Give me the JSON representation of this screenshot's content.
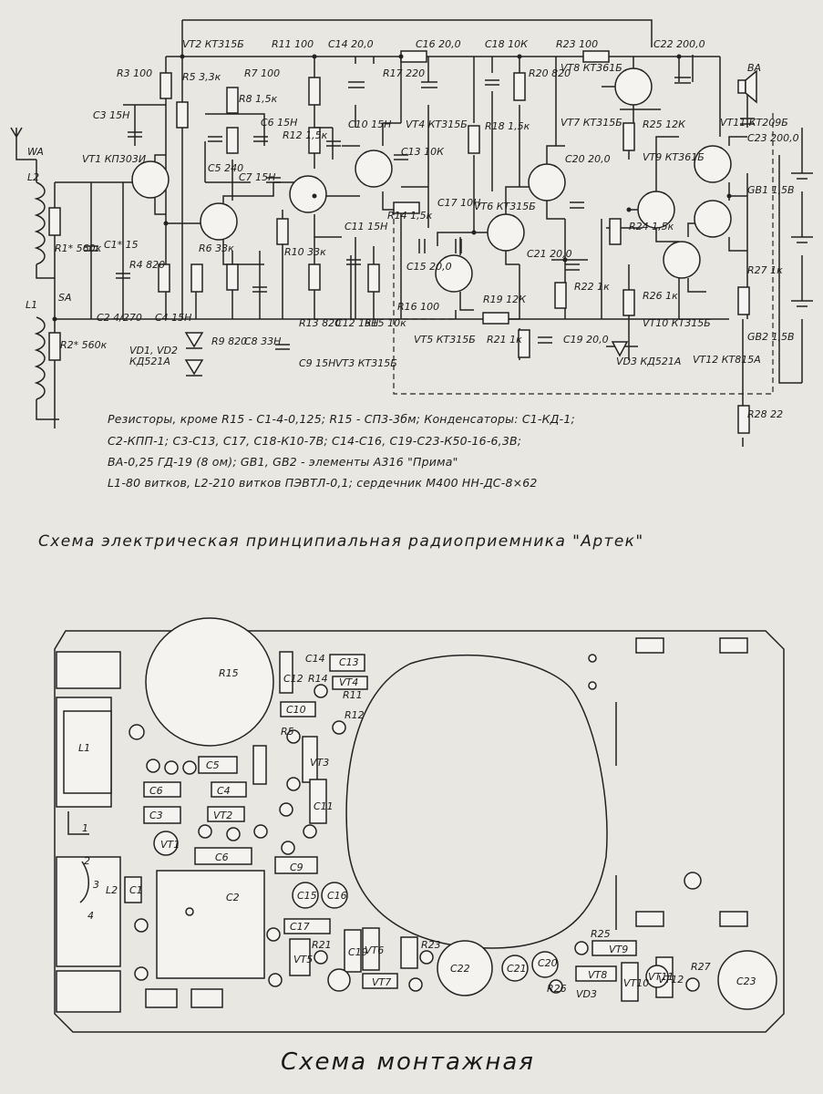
{
  "schematic": {
    "title": "Схема электрическая принципиальная радиоприемника \"Артек\"",
    "labels": [
      {
        "id": "wa",
        "t": "WA"
      },
      {
        "id": "vt2",
        "t": "VT2 КТ315Б"
      },
      {
        "id": "r11",
        "t": "R11 100"
      },
      {
        "id": "c14",
        "t": "C14 20,0"
      },
      {
        "id": "c16",
        "t": "C16 20,0"
      },
      {
        "id": "c18",
        "t": "C18 10К"
      },
      {
        "id": "r23",
        "t": "R23 100"
      },
      {
        "id": "c22",
        "t": "C22 200,0"
      },
      {
        "id": "r3",
        "t": "R3 100"
      },
      {
        "id": "r5",
        "t": "R5 3,3к"
      },
      {
        "id": "r7",
        "t": "R7 100"
      },
      {
        "id": "r17",
        "t": "R17 220"
      },
      {
        "id": "r20",
        "t": "R20 820"
      },
      {
        "id": "vt8",
        "t": "VT8 КТ361Б"
      },
      {
        "id": "ba",
        "t": "BA"
      },
      {
        "id": "c3",
        "t": "C3 15Н"
      },
      {
        "id": "r8",
        "t": "R8 1,5к"
      },
      {
        "id": "c6",
        "t": "C6 15Н"
      },
      {
        "id": "c10",
        "t": "C10 15Н"
      },
      {
        "id": "vt4",
        "t": "VT4 КТ315Б"
      },
      {
        "id": "r18",
        "t": "R18 1,5к"
      },
      {
        "id": "vt7",
        "t": "VT7 КТ315Б"
      },
      {
        "id": "r25",
        "t": "R25 12К"
      },
      {
        "id": "vt11",
        "t": "VT11 КТ209Б"
      },
      {
        "id": "c23",
        "t": "C23 200,0"
      },
      {
        "id": "vt1",
        "t": "VT1 КП303И"
      },
      {
        "id": "c5",
        "t": "C5 240"
      },
      {
        "id": "c7",
        "t": "C7 15Н"
      },
      {
        "id": "r12",
        "t": "R12 1,5к"
      },
      {
        "id": "c13",
        "t": "C13 10К"
      },
      {
        "id": "c20",
        "t": "C20 20,0"
      },
      {
        "id": "vt9",
        "t": "VT9 КТ361Б"
      },
      {
        "id": "gb1",
        "t": "GB1 1,5В"
      },
      {
        "id": "l2",
        "t": "L2"
      },
      {
        "id": "r14",
        "t": "R14 1,5к"
      },
      {
        "id": "c17",
        "t": "C17 10Н"
      },
      {
        "id": "vt6",
        "t": "VT6 КТ315Б"
      },
      {
        "id": "r24",
        "t": "R24 1,5к"
      },
      {
        "id": "r1",
        "t": "R1* 560к"
      },
      {
        "id": "c1",
        "t": "C1* 15"
      },
      {
        "id": "r4",
        "t": "R4 820"
      },
      {
        "id": "r6",
        "t": "R6 33к"
      },
      {
        "id": "r10",
        "t": "R10 33к"
      },
      {
        "id": "c11",
        "t": "C11 15Н"
      },
      {
        "id": "c15",
        "t": "C15 20,0"
      },
      {
        "id": "c21",
        "t": "C21 20,0"
      },
      {
        "id": "r27",
        "t": "R27 1к"
      },
      {
        "id": "sa",
        "t": "SA"
      },
      {
        "id": "l1",
        "t": "L1"
      },
      {
        "id": "r19",
        "t": "R19 12К"
      },
      {
        "id": "r22",
        "t": "R22 1к"
      },
      {
        "id": "r26",
        "t": "R26 1к"
      },
      {
        "id": "c2",
        "t": "C2 4/270"
      },
      {
        "id": "c4",
        "t": "C4 15Н"
      },
      {
        "id": "r16",
        "t": "R16 100"
      },
      {
        "id": "vt10",
        "t": "VT10 КТ315Б"
      },
      {
        "id": "gb2",
        "t": "GB2 1,5В"
      },
      {
        "id": "r2",
        "t": "R2* 560к"
      },
      {
        "id": "vd1",
        "t": "VD1, VD2"
      },
      {
        "id": "vd1t",
        "t": "КД521А"
      },
      {
        "id": "r9",
        "t": "R9 820"
      },
      {
        "id": "c8",
        "t": "C8 33Н"
      },
      {
        "id": "r13",
        "t": "R13 820"
      },
      {
        "id": "c12",
        "t": "C12 15Н"
      },
      {
        "id": "r15",
        "t": "R15 10к"
      },
      {
        "id": "r21",
        "t": "R21 1к"
      },
      {
        "id": "c19",
        "t": "C19 20,0"
      },
      {
        "id": "vd3",
        "t": "VD3 КД521А"
      },
      {
        "id": "vt12",
        "t": "VT12 КТ815А"
      },
      {
        "id": "vt5",
        "t": "VT5 КТ315Б"
      },
      {
        "id": "c9",
        "t": "C9 15Н"
      },
      {
        "id": "vt3",
        "t": "VT3 КТ315Б"
      },
      {
        "id": "r28",
        "t": "R28 22"
      }
    ],
    "notes": [
      "Резисторы, кроме R15 - С1-4-0,125;  R15 - СП3-3бм;   Конденсаторы: С1-КД-1;",
      "С2-КПП-1;  С3-С13, С17, С18-К10-7В;  С14-С16, С19-С23-К50-16-6,3В;",
      "ВА-0,25 ГД-19 (8 ом);  GB1, GB2 - элементы А316 \"Прима\"",
      "L1-80 витков, L2-210 витков ПЭВТЛ-0,1; сердечник М400 НН-ДС-8×62"
    ]
  },
  "mounting": {
    "title": "Схема монтажная",
    "labels": [
      {
        "id": "m-r15",
        "t": "R15"
      },
      {
        "id": "m-c14",
        "t": "C14"
      },
      {
        "id": "m-c13",
        "t": "C13"
      },
      {
        "id": "m-c12",
        "t": "C12"
      },
      {
        "id": "m-vt4",
        "t": "VT4"
      },
      {
        "id": "m-r14",
        "t": "R14"
      },
      {
        "id": "m-r11",
        "t": "R11"
      },
      {
        "id": "m-c10",
        "t": "C10"
      },
      {
        "id": "m-r12",
        "t": "R12"
      },
      {
        "id": "m-l1",
        "t": "L1"
      },
      {
        "id": "m-r5",
        "t": "R5"
      },
      {
        "id": "m-c5",
        "t": "C5"
      },
      {
        "id": "m-vt3",
        "t": "VT3"
      },
      {
        "id": "m-c6",
        "t": "C6"
      },
      {
        "id": "m-c4",
        "t": "C4"
      },
      {
        "id": "m-c3",
        "t": "C3"
      },
      {
        "id": "m-vt2",
        "t": "VT2"
      },
      {
        "id": "m-c11",
        "t": "C11"
      },
      {
        "id": "m-vt1",
        "t": "VT1"
      },
      {
        "id": "m-c6b",
        "t": "C6"
      },
      {
        "id": "m-c9",
        "t": "C9"
      },
      {
        "id": "m-c1",
        "t": "C1"
      },
      {
        "id": "m-l2",
        "t": "L2"
      },
      {
        "id": "m-c2",
        "t": "C2"
      },
      {
        "id": "m-c15",
        "t": "C15"
      },
      {
        "id": "m-c16",
        "t": "C16"
      },
      {
        "id": "m-c17",
        "t": "C17"
      },
      {
        "id": "m-vt5",
        "t": "VT5"
      },
      {
        "id": "m-r21",
        "t": "R21"
      },
      {
        "id": "m-c19",
        "t": "C19"
      },
      {
        "id": "m-vt6",
        "t": "VT6"
      },
      {
        "id": "m-vt7",
        "t": "VT7"
      },
      {
        "id": "m-c22",
        "t": "C22"
      },
      {
        "id": "m-c21",
        "t": "C21"
      },
      {
        "id": "m-c20",
        "t": "C20"
      },
      {
        "id": "m-vt9",
        "t": "VT9"
      },
      {
        "id": "m-vt8",
        "t": "VT8"
      },
      {
        "id": "m-vt10",
        "t": "VT10"
      },
      {
        "id": "m-vt11",
        "t": "VT11"
      },
      {
        "id": "m-vt12",
        "t": "VT12"
      },
      {
        "id": "m-c23",
        "t": "C23"
      },
      {
        "id": "m-vd3",
        "t": "VD3"
      },
      {
        "id": "m-r25",
        "t": "R25"
      },
      {
        "id": "m-r26",
        "t": "R26"
      },
      {
        "id": "m-r27",
        "t": "R27"
      },
      {
        "id": "m-r23",
        "t": "R23"
      },
      {
        "id": "m-1",
        "t": "1"
      },
      {
        "id": "m-2",
        "t": "2"
      },
      {
        "id": "m-3",
        "t": "3"
      },
      {
        "id": "m-4",
        "t": "4"
      }
    ]
  }
}
